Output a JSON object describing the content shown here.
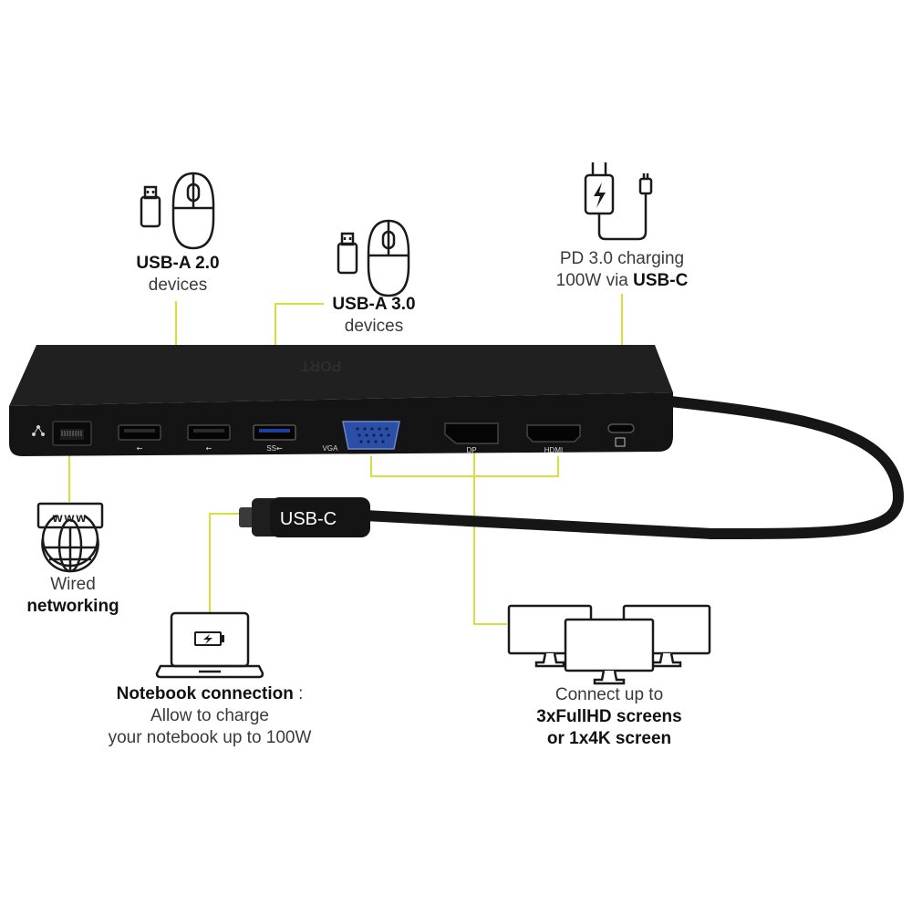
{
  "labels": {
    "usb_a2": {
      "title": "USB-A 2.0",
      "sub": "devices"
    },
    "usb_a3": {
      "title": "USB-A 3.0",
      "sub": "devices"
    },
    "pd": {
      "line1": "PD 3.0 charging",
      "line2_prefix": "100W via ",
      "line2_bold": "USB-C"
    },
    "wired": {
      "line1": "Wired",
      "line2": "networking"
    },
    "notebook": {
      "title": "Notebook connection",
      "title_suffix": " :",
      "line2": "Allow to  charge",
      "line3": "your notebook up to 100W"
    },
    "screens": {
      "line1": "Connect up to",
      "line2": "3xFullHD screens",
      "line3": "or 1x4K  screen"
    }
  },
  "ports": {
    "vga": "VGA",
    "dp": "DP",
    "hdmi": "HDMI"
  },
  "cable_label": "USB-C",
  "www_label": "www",
  "brand_text": "PORT",
  "colors": {
    "callout": "#d9df3a",
    "device": "#1c1c1c",
    "device_front": "#141414",
    "icon_stroke": "#1a1a1a"
  },
  "icons": [
    "usb-stick-icon",
    "mouse-icon",
    "charger-icon",
    "ethernet-icon",
    "globe-icon",
    "laptop-icon",
    "battery-charge-icon",
    "monitor-icon",
    "usb-icon",
    "ss-usb-icon"
  ]
}
